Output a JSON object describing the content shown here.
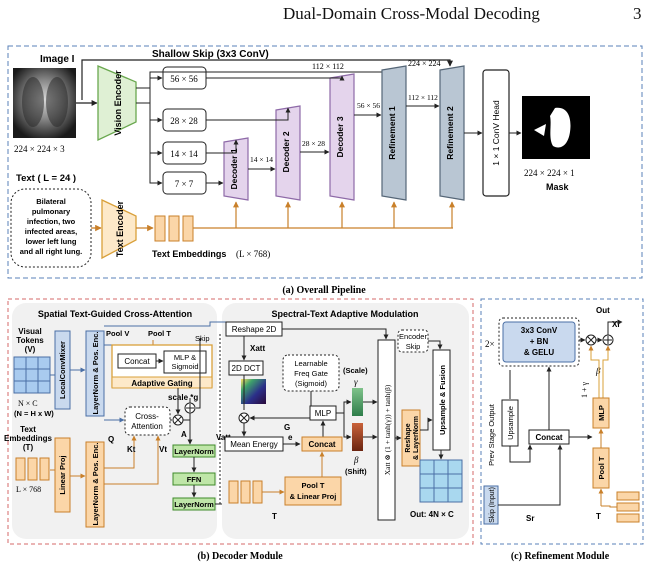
{
  "header": {
    "title": "Dual-Domain Cross-Modal Decoding",
    "page_number": "3"
  },
  "pipeline": {
    "image_label": "Image I",
    "image_dims": "224 × 224 × 3",
    "shallow_skip": "Shallow Skip (3x3 ConV)",
    "vision_encoder": "Vision Encoder",
    "features": [
      "56 × 56",
      "28 × 28",
      "14 × 14",
      "7 × 7"
    ],
    "dim_112_top": "112 × 112",
    "dim_224_top": "224 × 224",
    "dim_14": "14 × 14",
    "dim_28": "28 × 28",
    "dim_56": "56 × 56",
    "dim_112_mid": "112 × 112",
    "decoder1": "Decoder 1",
    "decoder2": "Decoder 2",
    "decoder3": "Decoder 3",
    "refine1": "Refinement 1",
    "refine2": "Refinement 2",
    "conv_head": "1 × 1 ConV Head",
    "mask_dims": "224 × 224 × 1",
    "mask_label": "Mask",
    "text_label": "Text ( L = 24 )",
    "text_lines": [
      "Bilateral",
      "pulmonary",
      "infection, two",
      "infected areas,",
      "lower left lung",
      "and all right lung."
    ],
    "text_encoder": "Text Encoder",
    "text_embeddings": "Text Embeddings",
    "text_emb_dims": "(L × 768)",
    "caption": "(a) Overall Pipeline"
  },
  "decoder": {
    "spatial_title": "Spatial Text-Guided Cross-Attention",
    "spectral_title": "Spectral-Text Adaptive Modulation",
    "visual_tokens": [
      "Visual",
      "Tokens",
      "(V)"
    ],
    "nxc": "N × C",
    "nhw": "(N = H x W)",
    "text_emb": [
      "Text",
      "Embeddings",
      "(T)"
    ],
    "lx768": "L × 768",
    "local_conv": "LocalConvMixer",
    "linear_proj": "Linear Proj",
    "ln_pos_top": "LayerNorm & Pos. Enc.",
    "ln_pos_bot": "LayerNorm & Pos. Enc.",
    "pool_v": "Pool V",
    "pool_t": "Pool T",
    "skip": "Skip",
    "concat": "Concat",
    "mlp_sigmoid": [
      "MLP &",
      "Sigmoid"
    ],
    "adaptive_gating": "Adaptive Gating",
    "scale_g": "scale *g",
    "cross_attention": [
      "Cross-",
      "Attention"
    ],
    "q": "Q",
    "kt": "Kt",
    "vt": "Vt",
    "a": "A",
    "v_att": "Vatt",
    "layernorm1": "LayerNorm",
    "ffn": "FFN",
    "layernorm2": "LayerNorm",
    "reshape2d": "Reshape 2D",
    "x_att": "Xatt",
    "dct": "2D DCT",
    "freq_gate": [
      "Learnable",
      "Freq Gate",
      "(Sigmoid)"
    ],
    "g": "G",
    "mean_energy": "Mean Energy",
    "e": "e",
    "mlp": "MLP",
    "scale": "(Scale)",
    "gamma": "γ",
    "beta": "β",
    "shift": "(Shift)",
    "concat2": "Concat",
    "pool_t_proj": [
      "Pool T",
      "& Linear Proj"
    ],
    "t": "T",
    "modulation": "Xatt ⊗ (1 + tanh(γ)) + tanh(β)",
    "encoder_skip": [
      "Encoder",
      "Skip"
    ],
    "reshape_ln": [
      "Reshape",
      "& LayerNorm"
    ],
    "upsample_fusion": "Upsample & Fusion",
    "out": "Out: 4N × C",
    "caption": "(b) Decoder Module"
  },
  "refinement": {
    "out": "Out",
    "xr": "Xr",
    "times2": "2×",
    "conv_block": [
      "3x3 ConV",
      "+ BN",
      "& GELU"
    ],
    "beta": "β",
    "one_plus_gamma": "1 + γ",
    "mlp": "MLP",
    "pool_t": "Pool T",
    "concat": "Concat",
    "upsample": "Upsample",
    "skip_input": "Skip (Input)",
    "prev_stage": "Prev Stage Output",
    "sr": "Sr",
    "t": "T",
    "caption": "(c) Refinement Module"
  },
  "colors": {
    "vision": "#dff0d4",
    "vision_stroke": "#6aa84f",
    "decoder": "#e4d4ec",
    "decoder_stroke": "#8e6aa8",
    "refine": "#b9c6d3",
    "refine_stroke": "#556677",
    "text": "#fde9c9",
    "text_stroke": "#d9a03a",
    "blue_box": "#c9d9ee",
    "blue_stroke": "#4a6fa5",
    "green_box": "#bfe6a8",
    "green_stroke": "#3f8a2a",
    "orange_box": "#fbd6a8",
    "orange_stroke": "#c9802a"
  }
}
